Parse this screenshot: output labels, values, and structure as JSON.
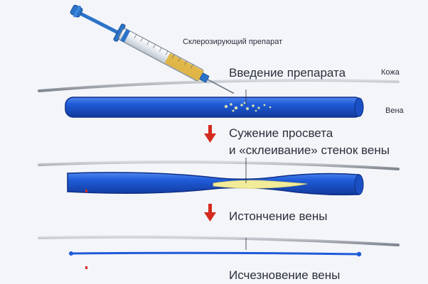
{
  "labels": {
    "drug": "Склерозирующий препарат",
    "skin": "Кожа",
    "vein": "Вена"
  },
  "steps": [
    {
      "text": "Введение препарата"
    },
    {
      "text": "Сужение просвета"
    },
    {
      "text": "и «склеивание» стенок вены"
    },
    {
      "text": "Истончение вены"
    },
    {
      "text": "Исчезновение вены"
    }
  ],
  "colors": {
    "vein_blue": "#1f5bd8",
    "vein_dark": "#123a9c",
    "skin_line": "#8d939c",
    "arrow_red": "#d42a1f",
    "foam_yellow": "#f2ec9a",
    "syringe_blue": "#2b73c8",
    "syringe_gold": "#e0b23a"
  },
  "icons": [
    "syringe-icon",
    "down-arrow-icon"
  ]
}
